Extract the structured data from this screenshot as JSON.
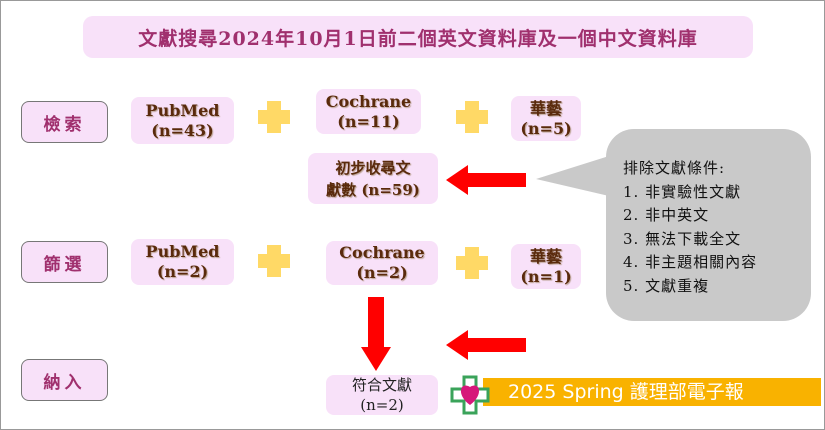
{
  "title": "文獻搜尋2024年10月1日前二個英文資料庫及一個中文資料庫",
  "stages": {
    "search": "檢索",
    "screen": "篩選",
    "include": "納入"
  },
  "search_row": [
    {
      "name": "PubMed",
      "count": "(n=43)"
    },
    {
      "name": "Cochrane",
      "count": "(n=11)"
    },
    {
      "name": "華藝",
      "count": "(n=5)"
    }
  ],
  "initial": {
    "line1": "初步收尋文",
    "line2": "獻數 (n=59)"
  },
  "screen_row": [
    {
      "name": "PubMed",
      "count": "(n=2)"
    },
    {
      "name": "Cochrane",
      "count": "(n=2)"
    },
    {
      "name": "華藝",
      "count": "(n=1)"
    }
  ],
  "final": {
    "line1": "符合文獻",
    "line2": "(n=2)"
  },
  "exclusion": {
    "heading": "排除文獻條件:",
    "items": [
      "1. 非實驗性文獻",
      "2. 非中英文",
      "3. 無法下載全文",
      "4. 非主題相關內容",
      "5. 文獻重複"
    ]
  },
  "banner": {
    "text": "2025 Spring 護理部電子報"
  },
  "colors": {
    "box": "#f8e1f9",
    "arrow": "#ff0000",
    "plus": "#ffd966",
    "banner": "#f9b200"
  }
}
